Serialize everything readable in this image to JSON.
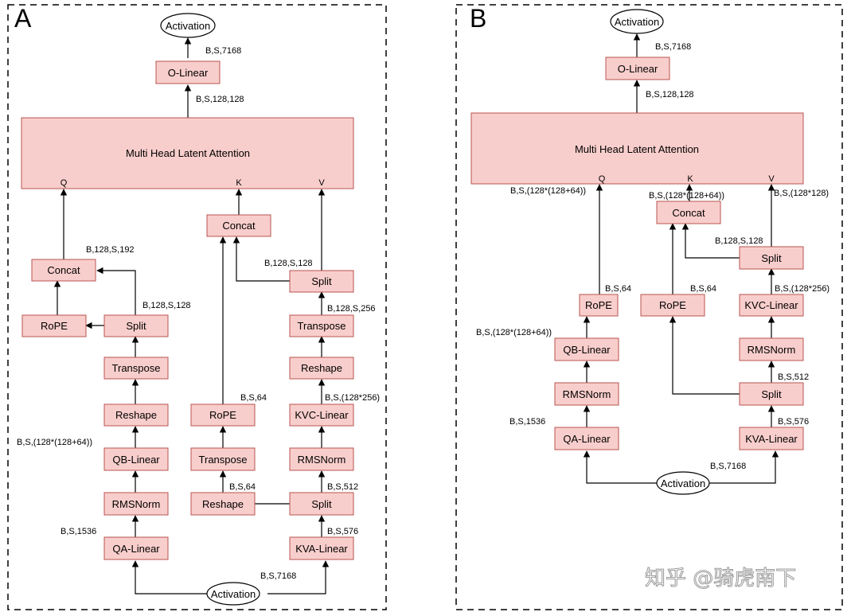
{
  "panel_a": {
    "letter": "A",
    "nodes": {
      "activation_top": "Activation",
      "o_linear": "O-Linear",
      "mha": "Multi Head Latent Attention",
      "q_port": "Q",
      "k_port": "K",
      "v_port": "V",
      "concat_k": "Concat",
      "concat_q": "Concat",
      "split_v": "Split",
      "rope_q": "RoPE",
      "split_q": "Split",
      "transpose_kv": "Transpose",
      "transpose_q": "Transpose",
      "reshape_kv": "Reshape",
      "reshape_q": "Reshape",
      "rope_k": "RoPE",
      "kvc_linear": "KVC-Linear",
      "qb_linear": "QB-Linear",
      "transpose_k": "Transpose",
      "rmsnorm_kv": "RMSNorm",
      "rmsnorm_q": "RMSNorm",
      "reshape_k": "Reshape",
      "split_kva": "Split",
      "qa_linear": "QA-Linear",
      "kva_linear": "KVA-Linear",
      "activation_bottom": "Activation"
    },
    "shapes": {
      "s_7168_top": "B,S,7168",
      "s_128_128": "B,S,128,128",
      "s_128_s_192": "B,128,S,192",
      "s_128_s_128_v": "B,128,S,128",
      "s_128_s_128_q": "B,128,S,128",
      "s_128_s_256": "B,128,S,256",
      "s_64_rope": "B,S,64",
      "s_128x256": "B,S,(128*256)",
      "s_qb": "B,S,(128*(128+64))",
      "s_64_reshape": "B,S,64",
      "s_512": "B,S,512",
      "s_1536": "B,S,1536",
      "s_576": "B,S,576",
      "s_7168_bottom": "B,S,7168"
    }
  },
  "panel_b": {
    "letter": "B",
    "nodes": {
      "activation_top": "Activation",
      "o_linear": "O-Linear",
      "mha": "Multi Head Latent Attention",
      "q_port": "Q",
      "k_port": "K",
      "v_port": "V",
      "concat": "Concat",
      "split_v": "Split",
      "rope_q": "RoPE",
      "rope_k": "RoPE",
      "kvc_linear": "KVC-Linear",
      "qb_linear": "QB-Linear",
      "rmsnorm_kv": "RMSNorm",
      "rmsnorm_q": "RMSNorm",
      "split_kva": "Split",
      "qa_linear": "QA-Linear",
      "kva_linear": "KVA-Linear",
      "activation_bottom": "Activation"
    },
    "shapes": {
      "s_7168_top": "B,S,7168",
      "s_128_128": "B,S,128,128",
      "s_q": "B,S,(128*(128+64))",
      "s_k": "B,S,(128*(128+64))",
      "s_v": "B,S,(128*128)",
      "s_128_s_128": "B,128,S,128",
      "s_64_q": "B,S,64",
      "s_64_k": "B,S,64",
      "s_128x256": "B,S,(128*256)",
      "s_qb": "B,S,(128*(128+64))",
      "s_512": "B,S,512",
      "s_1536": "B,S,1536",
      "s_576": "B,S,576",
      "s_7168_bottom": "B,S,7168"
    }
  },
  "watermark": "知乎 @骑虎南下",
  "colors": {
    "node_fill": "#f8cecc",
    "node_stroke": "#b85450"
  }
}
